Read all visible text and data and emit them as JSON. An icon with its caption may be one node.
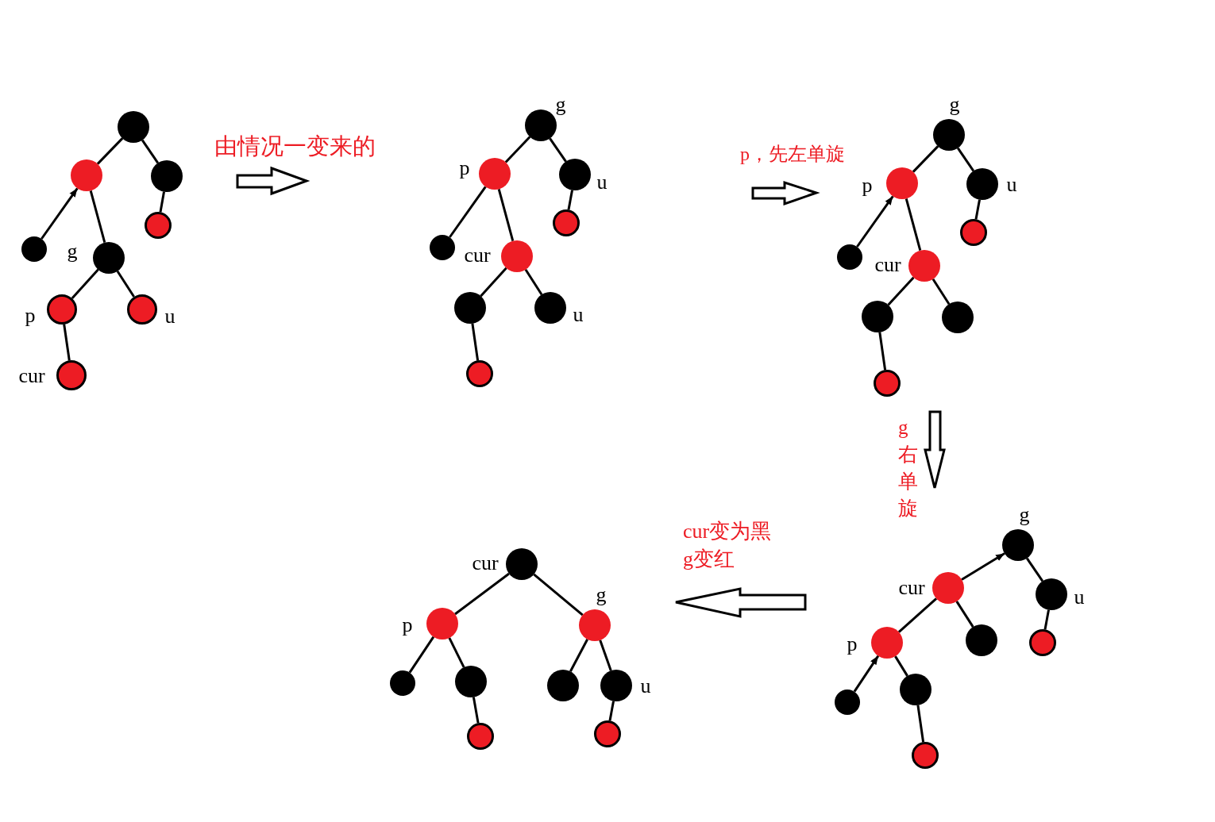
{
  "diagram": {
    "nodes": [
      {
        "text": [],
        "shape": "circle"
      },
      {
        "text": [],
        "shape": "circle"
      },
      {
        "text": [],
        "shape": "circle"
      },
      {
        "text": [],
        "shape": "circle"
      },
      {
        "text": [],
        "shape": "circle",
        "beside": [
          "g"
        ]
      },
      {
        "text": [],
        "shape": "circle"
      },
      {
        "text": [],
        "shape": "circle",
        "beside": [
          "p"
        ]
      },
      {
        "text": [],
        "shape": "circle",
        "beside": [
          "u"
        ]
      },
      {
        "text": [],
        "shape": "circle",
        "beside": [
          "cur"
        ]
      },
      {
        "text": [],
        "shape": "circle",
        "beside": [
          "g"
        ]
      },
      {
        "text": [],
        "shape": "circle",
        "beside": [
          "p"
        ]
      },
      {
        "text": [],
        "shape": "circle",
        "beside": [
          "u"
        ]
      },
      {
        "text": [],
        "shape": "circle"
      },
      {
        "text": [],
        "shape": "circle",
        "beside": [
          "cur"
        ]
      },
      {
        "text": [],
        "shape": "circle"
      },
      {
        "text": [],
        "shape": "circle"
      },
      {
        "text": [],
        "shape": "circle",
        "beside": [
          "u"
        ]
      },
      {
        "text": [],
        "shape": "circle"
      },
      {
        "text": [],
        "shape": "circle",
        "beside": [
          "g"
        ]
      },
      {
        "text": [],
        "shape": "circle",
        "beside": [
          "p"
        ]
      },
      {
        "text": [],
        "shape": "circle",
        "beside": [
          "u"
        ]
      },
      {
        "text": [],
        "shape": "circle"
      },
      {
        "text": [],
        "shape": "circle",
        "beside": [
          "cur"
        ]
      },
      {
        "text": [],
        "shape": "circle"
      },
      {
        "text": [],
        "shape": "circle"
      },
      {
        "text": [],
        "shape": "circle"
      },
      {
        "text": [],
        "shape": "circle"
      },
      {
        "text": [],
        "shape": "circle",
        "beside": [
          "cur"
        ]
      },
      {
        "text": [],
        "shape": "circle",
        "beside": [
          "p"
        ]
      },
      {
        "text": [],
        "shape": "circle",
        "beside": [
          "g"
        ]
      },
      {
        "text": [],
        "shape": "circle"
      },
      {
        "text": [],
        "shape": "circle"
      },
      {
        "text": [],
        "shape": "circle"
      },
      {
        "text": [],
        "shape": "circle",
        "beside": [
          "u"
        ]
      },
      {
        "text": [],
        "shape": "circle"
      },
      {
        "text": [],
        "shape": "circle"
      },
      {
        "text": [],
        "shape": "circle",
        "beside": [
          "g"
        ]
      },
      {
        "text": [],
        "shape": "circle",
        "beside": [
          "cur"
        ]
      },
      {
        "text": [],
        "shape": "circle",
        "beside": [
          "u"
        ]
      },
      {
        "text": [],
        "shape": "circle",
        "beside": [
          "p"
        ]
      },
      {
        "text": [],
        "shape": "circle"
      },
      {
        "text": [],
        "shape": "circle"
      },
      {
        "text": [],
        "shape": "circle"
      },
      {
        "text": [],
        "shape": "circle"
      },
      {
        "text": [],
        "shape": "circle"
      }
    ],
    "edges": [
      {
        "from": 0,
        "to": 1,
        "arrow": "none"
      },
      {
        "from": 0,
        "to": 2,
        "arrow": "none"
      },
      {
        "from": 3,
        "to": 1,
        "arrow": "to"
      },
      {
        "from": 1,
        "to": 4,
        "arrow": "none"
      },
      {
        "from": 2,
        "to": 5,
        "arrow": "none"
      },
      {
        "from": 4,
        "to": 6,
        "arrow": "none"
      },
      {
        "from": 4,
        "to": 7,
        "arrow": "none"
      },
      {
        "from": 6,
        "to": 8,
        "arrow": "none"
      },
      {
        "from": 9,
        "to": 10,
        "arrow": "none"
      },
      {
        "from": 9,
        "to": 11,
        "arrow": "none"
      },
      {
        "from": 10,
        "to": 12,
        "arrow": "none"
      },
      {
        "from": 10,
        "to": 13,
        "arrow": "none"
      },
      {
        "from": 11,
        "to": 14,
        "arrow": "none"
      },
      {
        "from": 13,
        "to": 15,
        "arrow": "none"
      },
      {
        "from": 13,
        "to": 16,
        "arrow": "none"
      },
      {
        "from": 15,
        "to": 17,
        "arrow": "none"
      },
      {
        "from": 18,
        "to": 19,
        "arrow": "none"
      },
      {
        "from": 18,
        "to": 20,
        "arrow": "none"
      },
      {
        "from": 21,
        "to": 19,
        "arrow": "to"
      },
      {
        "from": 19,
        "to": 22,
        "arrow": "none"
      },
      {
        "from": 20,
        "to": 23,
        "arrow": "none"
      },
      {
        "from": 22,
        "to": 24,
        "arrow": "none"
      },
      {
        "from": 22,
        "to": 25,
        "arrow": "none"
      },
      {
        "from": 24,
        "to": 26,
        "arrow": "none"
      },
      {
        "from": 27,
        "to": 28,
        "arrow": "none"
      },
      {
        "from": 27,
        "to": 29,
        "arrow": "none"
      },
      {
        "from": 28,
        "to": 30,
        "arrow": "none"
      },
      {
        "from": 28,
        "to": 31,
        "arrow": "none"
      },
      {
        "from": 29,
        "to": 32,
        "arrow": "none"
      },
      {
        "from": 29,
        "to": 33,
        "arrow": "none"
      },
      {
        "from": 31,
        "to": 34,
        "arrow": "none"
      },
      {
        "from": 33,
        "to": 35,
        "arrow": "none"
      },
      {
        "from": 37,
        "to": 36,
        "arrow": "to"
      },
      {
        "from": 36,
        "to": 38,
        "arrow": "none"
      },
      {
        "from": 37,
        "to": 39,
        "arrow": "none"
      },
      {
        "from": 37,
        "to": 40,
        "arrow": "none"
      },
      {
        "from": 38,
        "to": 41,
        "arrow": "none"
      },
      {
        "from": 42,
        "to": 39,
        "arrow": "to"
      },
      {
        "from": 39,
        "to": 43,
        "arrow": "none"
      },
      {
        "from": 43,
        "to": 44,
        "arrow": "none"
      }
    ],
    "labels": [
      "由情况一变来的",
      "p，先左单旋",
      "g右单旋",
      "cur变为黑",
      "g变红"
    ]
  }
}
